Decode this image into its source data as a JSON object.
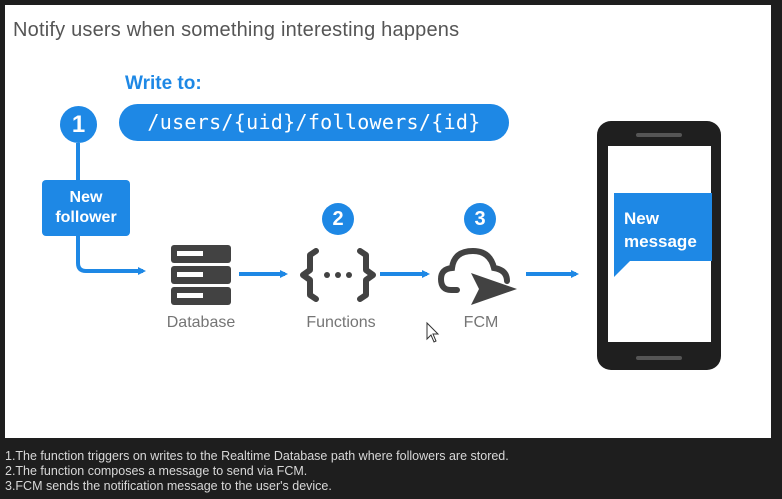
{
  "slide": {
    "title": "Notify users when something interesting happens",
    "write_to_label": "Write to:",
    "path": "/users/{uid}/followers/{id}",
    "steps": [
      "1",
      "2",
      "3"
    ],
    "new_follower": [
      "New",
      "follower"
    ],
    "nodes": {
      "database": "Database",
      "functions": "Functions",
      "fcm": "FCM"
    },
    "phone_message": [
      "New",
      "message"
    ],
    "accent_color": "#1e88e5",
    "icon_color": "#424242"
  },
  "caption": [
    "1.The function triggers on writes to the Realtime Database path where followers are stored.",
    "2.The function composes a message to send via FCM.",
    "3.FCM sends the notification message to the user's device."
  ]
}
